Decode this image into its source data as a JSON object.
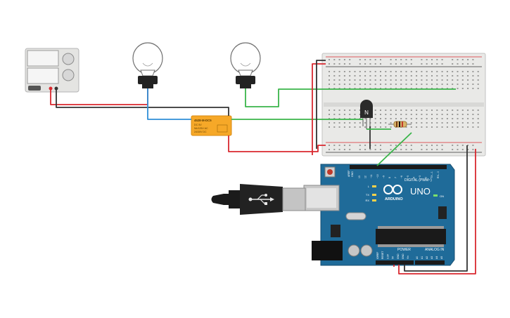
{
  "relay": {
    "model": "4528-M-DC5",
    "line1": "DC 5V",
    "line2": "5A/125V AC",
    "line3": "24/30V DC"
  },
  "transistor": {
    "label": "N"
  },
  "arduino": {
    "brand": "ARDUINO",
    "model": "UNO",
    "digital_label": "DIGITAL (PWM~)",
    "power_label": "POWER",
    "analog_label": "ANALOG IN",
    "led_l": "L",
    "led_tx": "TX",
    "led_rx": "RX",
    "led_on": "ON",
    "aref": "AREF",
    "gnd": "GND",
    "digital_pins": [
      "13",
      "12",
      "~11",
      "~10",
      "~9",
      "8",
      "7",
      "~6",
      "~5",
      "4",
      "~3",
      "2",
      "TX→1",
      "RX←0"
    ],
    "power_pins": [
      "IOREF",
      "RESET",
      "3.3V",
      "5V",
      "GND",
      "GND",
      "Vin"
    ],
    "analog_pins": [
      "A0",
      "A1",
      "A2",
      "A3",
      "A4",
      "A5"
    ]
  },
  "colors": {
    "wire_red": "#d9282f",
    "wire_black": "#333333",
    "wire_green": "#3ab54a",
    "wire_blue": "#2f8fd8",
    "relay_body": "#f6a828",
    "arduino_board": "#1f6b99",
    "breadboard": "#e9e9e7"
  }
}
